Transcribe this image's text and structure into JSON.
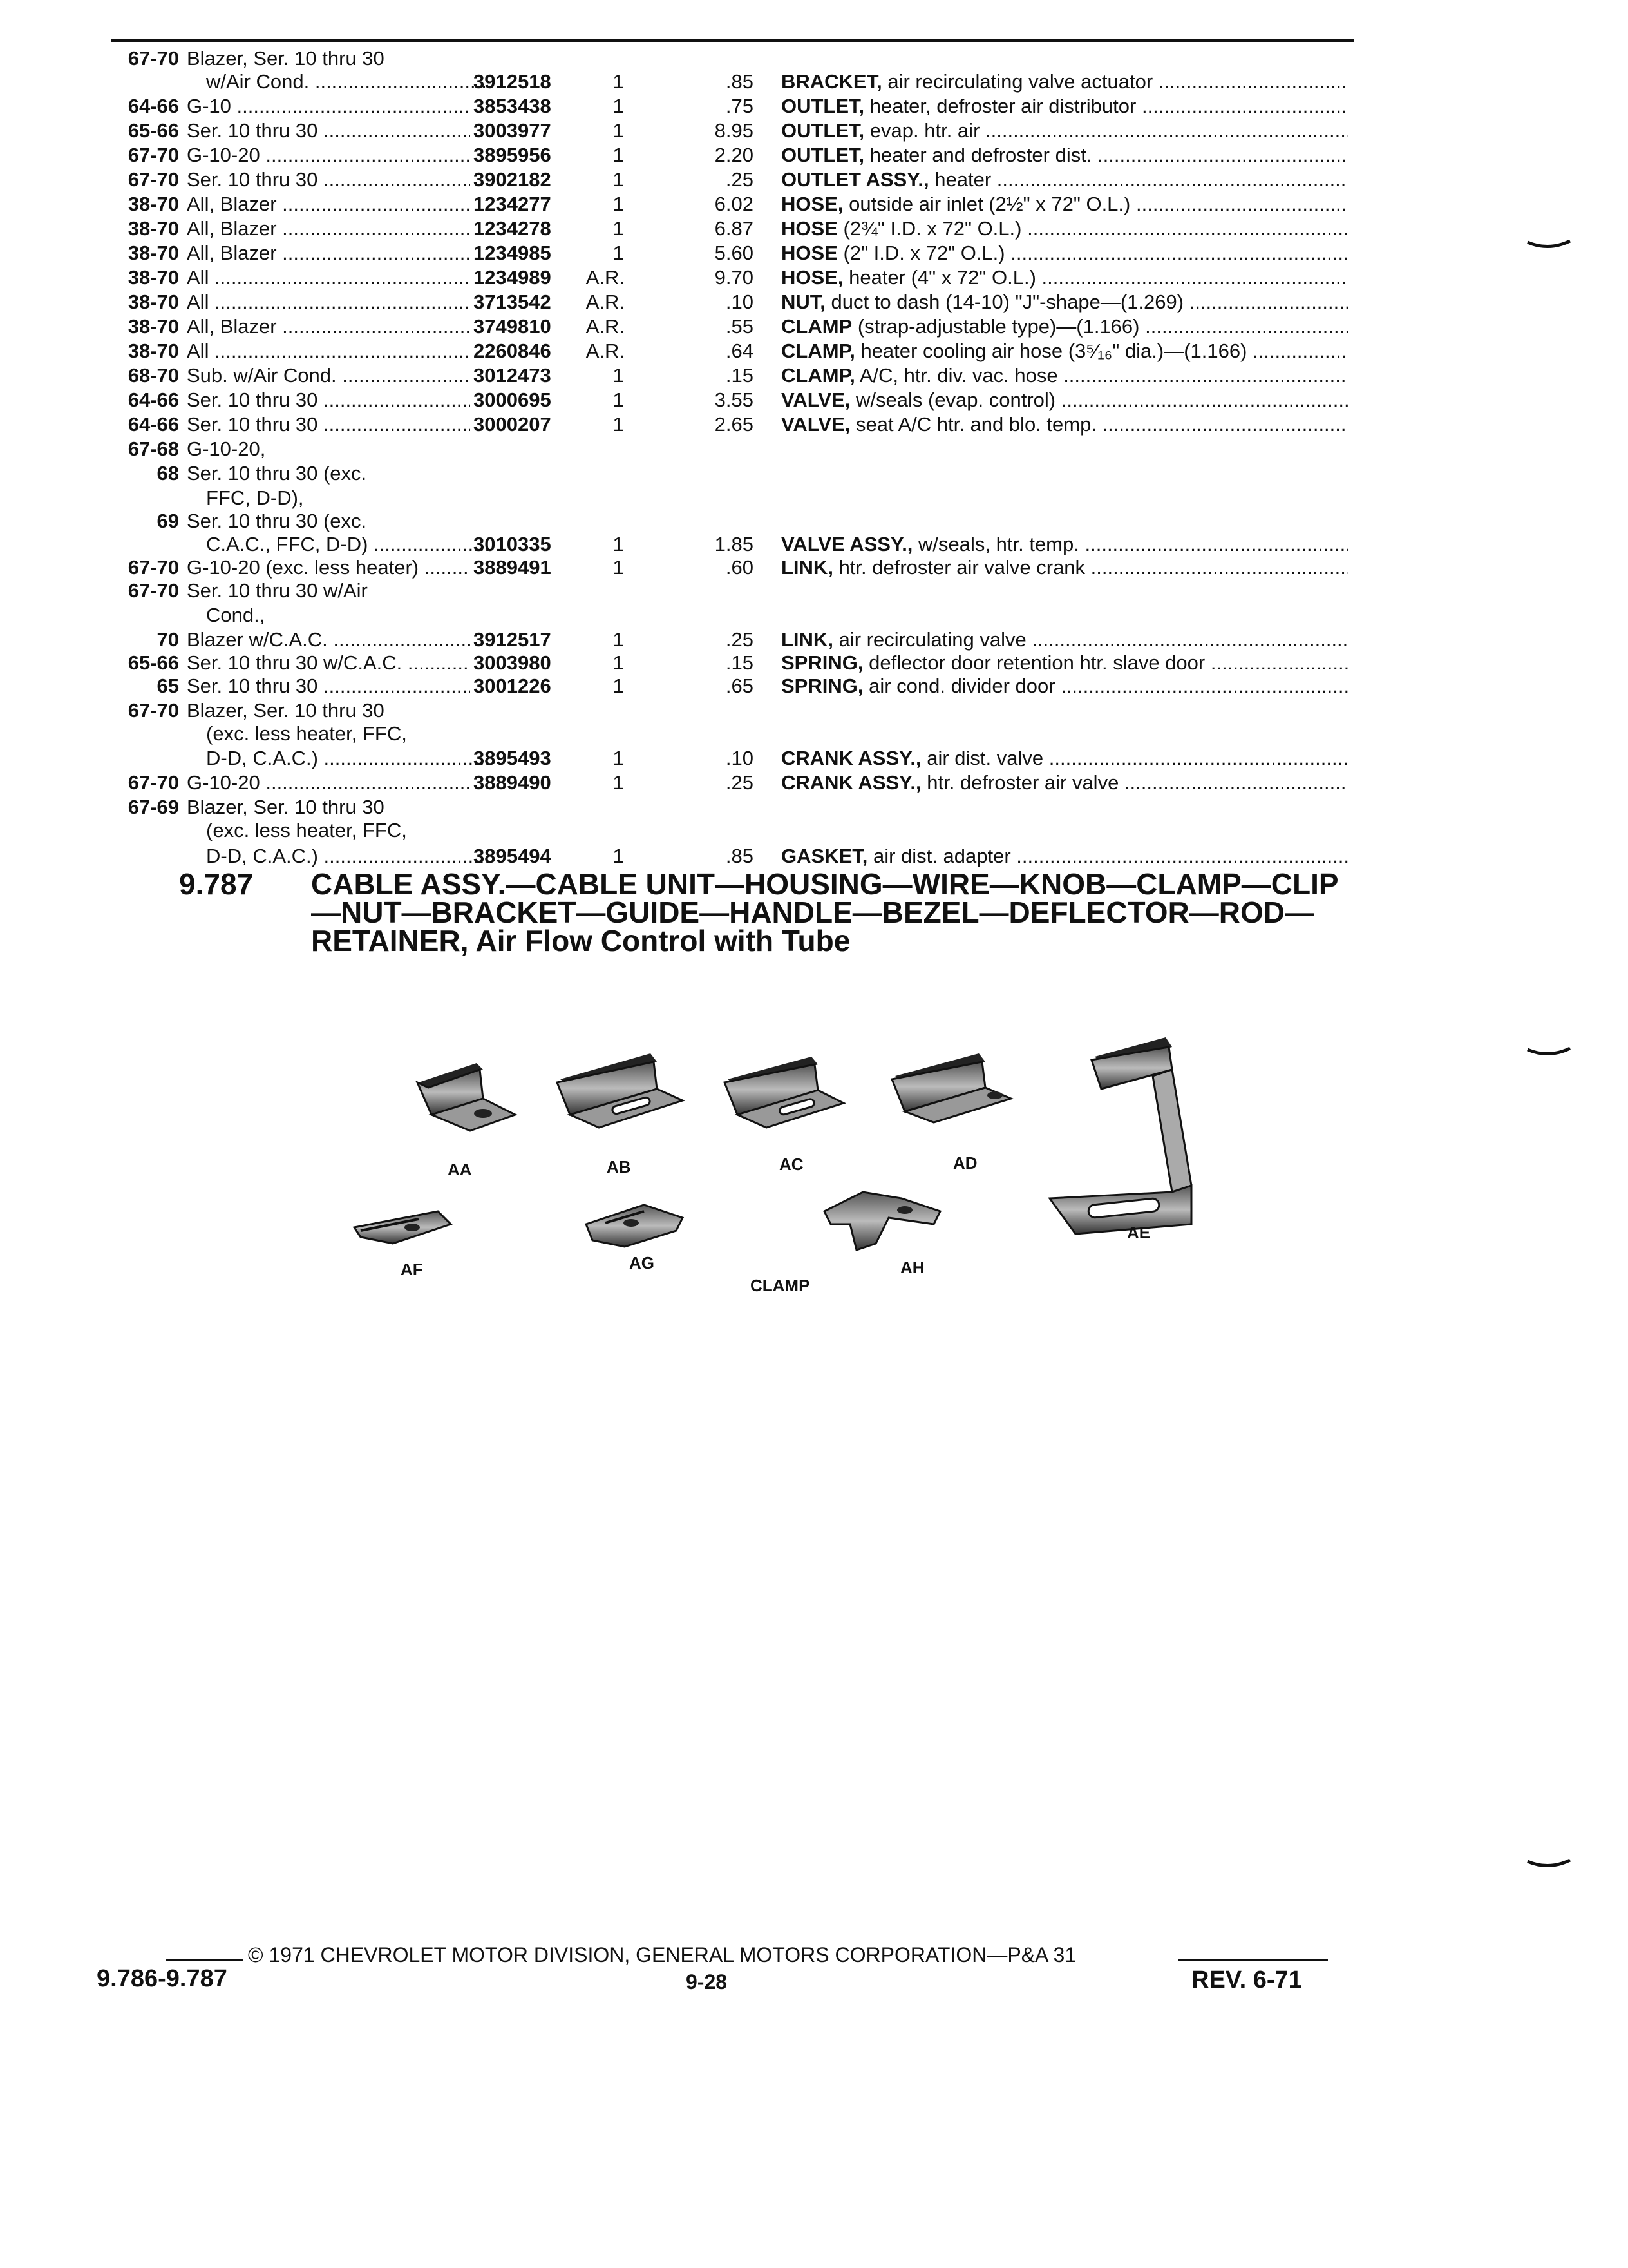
{
  "rows": [
    {
      "years": "67-70",
      "desc": "Blazer, Ser. 10 thru 30",
      "part": "",
      "qty": "",
      "price": "",
      "name": "",
      "detail": ""
    },
    {
      "years": "",
      "desc": "w/Air Cond.",
      "part": "3912518",
      "qty": "1",
      "price": ".85",
      "name": "BRACKET,",
      "detail": "air recirculating valve actuator"
    },
    {
      "years": "64-66",
      "desc": "G-10",
      "part": "3853438",
      "qty": "1",
      "price": ".75",
      "name": "OUTLET,",
      "detail": "heater, defroster air distributor"
    },
    {
      "years": "65-66",
      "desc": "Ser. 10 thru 30",
      "part": "3003977",
      "qty": "1",
      "price": "8.95",
      "name": "OUTLET,",
      "detail": "evap. htr. air"
    },
    {
      "years": "67-70",
      "desc": "G-10-20",
      "part": "3895956",
      "qty": "1",
      "price": "2.20",
      "name": "OUTLET,",
      "detail": "heater and defroster dist."
    },
    {
      "years": "67-70",
      "desc": "Ser. 10 thru 30",
      "part": "3902182",
      "qty": "1",
      "price": ".25",
      "name": "OUTLET ASSY.,",
      "detail": "heater"
    },
    {
      "years": "38-70",
      "desc": "All, Blazer",
      "part": "1234277",
      "qty": "1",
      "price": "6.02",
      "name": "HOSE,",
      "detail": "outside air inlet (2½\" x 72\" O.L.)"
    },
    {
      "years": "38-70",
      "desc": "All, Blazer",
      "part": "1234278",
      "qty": "1",
      "price": "6.87",
      "name": "HOSE",
      "detail": "(2¾\" I.D. x 72\" O.L.)"
    },
    {
      "years": "38-70",
      "desc": "All, Blazer",
      "part": "1234985",
      "qty": "1",
      "price": "5.60",
      "name": "HOSE",
      "detail": "(2\" I.D. x 72\" O.L.)"
    },
    {
      "years": "38-70",
      "desc": "All",
      "part": "1234989",
      "qty": "A.R.",
      "price": "9.70",
      "name": "HOSE,",
      "detail": "heater (4\" x 72\" O.L.)"
    },
    {
      "years": "38-70",
      "desc": "All",
      "part": "3713542",
      "qty": "A.R.",
      "price": ".10",
      "name": "NUT,",
      "detail": "duct to dash (14-10) \"J\"-shape—(1.269)"
    },
    {
      "years": "38-70",
      "desc": "All, Blazer",
      "part": "3749810",
      "qty": "A.R.",
      "price": ".55",
      "name": "CLAMP",
      "detail": "(strap-adjustable type)—(1.166)"
    },
    {
      "years": "38-70",
      "desc": "All",
      "part": "2260846",
      "qty": "A.R.",
      "price": ".64",
      "name": "CLAMP,",
      "detail": "heater cooling air hose (3⁵⁄₁₆\" dia.)—(1.166)"
    },
    {
      "years": "68-70",
      "desc": "Sub. w/Air Cond.",
      "part": "3012473",
      "qty": "1",
      "price": ".15",
      "name": "CLAMP,",
      "detail": "A/C, htr. div. vac. hose"
    },
    {
      "years": "64-66",
      "desc": "Ser. 10 thru 30",
      "part": "3000695",
      "qty": "1",
      "price": "3.55",
      "name": "VALVE,",
      "detail": "w/seals (evap. control)"
    },
    {
      "years": "64-66",
      "desc": "Ser. 10 thru 30",
      "part": "3000207",
      "qty": "1",
      "price": "2.65",
      "name": "VALVE,",
      "detail": "seat A/C htr. and blo. temp."
    },
    {
      "years": "67-68",
      "desc": "G-10-20,",
      "part": "",
      "qty": "",
      "price": "",
      "name": "",
      "detail": ""
    },
    {
      "years": "68",
      "desc": "Ser. 10 thru 30 (exc.",
      "part": "",
      "qty": "",
      "price": "",
      "name": "",
      "detail": ""
    },
    {
      "years": "",
      "desc": "FFC, D-D),",
      "part": "",
      "qty": "",
      "price": "",
      "name": "",
      "detail": ""
    },
    {
      "years": "69",
      "desc": "Ser. 10 thru 30 (exc.",
      "part": "",
      "qty": "",
      "price": "",
      "name": "",
      "detail": ""
    },
    {
      "years": "",
      "desc": "C.A.C., FFC, D-D)",
      "part": "3010335",
      "qty": "1",
      "price": "1.85",
      "name": "VALVE ASSY.,",
      "detail": "w/seals, htr. temp."
    },
    {
      "years": "67-70",
      "desc": "G-10-20 (exc. less heater)",
      "part": "3889491",
      "qty": "1",
      "price": ".60",
      "name": "LINK,",
      "detail": "htr. defroster air valve crank"
    },
    {
      "years": "67-70",
      "desc": "Ser. 10 thru 30 w/Air",
      "part": "",
      "qty": "",
      "price": "",
      "name": "",
      "detail": ""
    },
    {
      "years": "",
      "desc": "Cond.,",
      "part": "",
      "qty": "",
      "price": "",
      "name": "",
      "detail": ""
    },
    {
      "years": "70",
      "desc": "Blazer w/C.A.C.",
      "part": "3912517",
      "qty": "1",
      "price": ".25",
      "name": "LINK,",
      "detail": "air recirculating valve"
    },
    {
      "years": "65-66",
      "desc": "Ser. 10 thru 30 w/C.A.C.",
      "part": "3003980",
      "qty": "1",
      "price": ".15",
      "name": "SPRING,",
      "detail": "deflector door retention htr. slave door"
    },
    {
      "years": "65",
      "desc": "Ser. 10 thru 30",
      "part": "3001226",
      "qty": "1",
      "price": ".65",
      "name": "SPRING,",
      "detail": "air cond. divider door"
    },
    {
      "years": "67-70",
      "desc": "Blazer, Ser. 10 thru 30",
      "part": "",
      "qty": "",
      "price": "",
      "name": "",
      "detail": ""
    },
    {
      "years": "",
      "desc": "(exc. less heater, FFC,",
      "part": "",
      "qty": "",
      "price": "",
      "name": "",
      "detail": ""
    },
    {
      "years": "",
      "desc": "D-D, C.A.C.)",
      "part": "3895493",
      "qty": "1",
      "price": ".10",
      "name": "CRANK ASSY.,",
      "detail": "air dist. valve"
    },
    {
      "years": "67-70",
      "desc": "G-10-20",
      "part": "3889490",
      "qty": "1",
      "price": ".25",
      "name": "CRANK ASSY.,",
      "detail": "htr. defroster air valve"
    },
    {
      "years": "67-69",
      "desc": "Blazer, Ser. 10 thru 30",
      "part": "",
      "qty": "",
      "price": "",
      "name": "",
      "detail": ""
    },
    {
      "years": "",
      "desc": "(exc. less heater, FFC,",
      "part": "",
      "qty": "",
      "price": "",
      "name": "",
      "detail": ""
    },
    {
      "years": "",
      "desc": "D-D, C.A.C.)",
      "part": "3895494",
      "qty": "1",
      "price": ".85",
      "name": "GASKET,",
      "detail": "air dist. adapter"
    }
  ],
  "section": {
    "number": "9.787",
    "title": "CABLE ASSY.—CABLE UNIT—HOUSING—WIRE—KNOB—CLAMP—CLIP—NUT—BRACKET—GUIDE—HANDLE—BEZEL—DEFLECTOR—ROD—RETAINER, Air Flow Control with Tube"
  },
  "figure_labels": {
    "aa": "AA",
    "ab": "AB",
    "ac": "AC",
    "ad": "AD",
    "ae": "AE",
    "af": "AF",
    "ag": "AG",
    "ah": "AH",
    "clamp": "CLAMP"
  },
  "footer": {
    "copyright": "© 1971 CHEVROLET MOTOR DIVISION, GENERAL MOTORS CORPORATION—P&A 31",
    "section_range": "9.786-9.787",
    "page": "9-28",
    "revision": "REV. 6-71"
  }
}
